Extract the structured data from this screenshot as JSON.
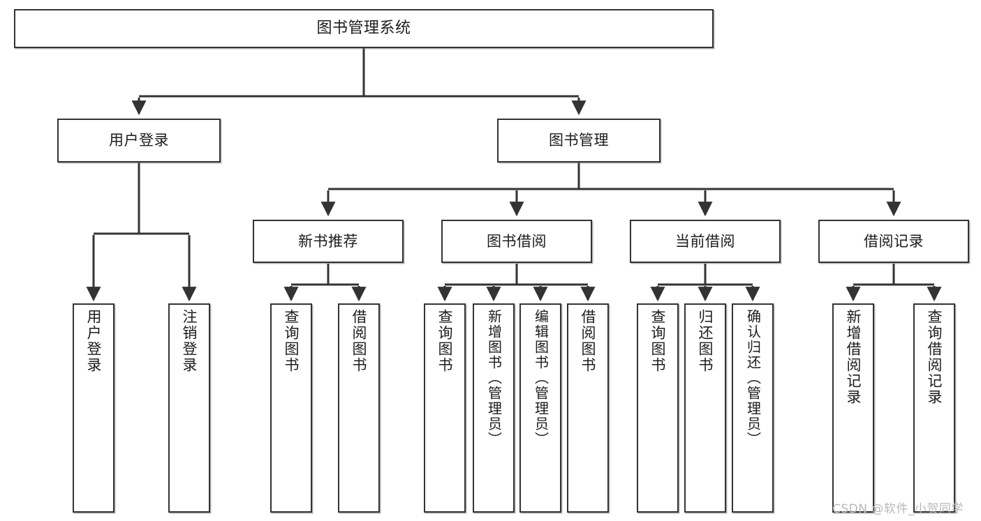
{
  "diagram": {
    "type": "tree-hierarchy-flowchart",
    "title": "图书管理系统",
    "watermark": "CSDN @软件_小贺同学",
    "colors": {
      "box_border": "#333333",
      "box_fill": "#ffffff",
      "connector": "#333333",
      "text": "#1c1c1c",
      "watermark": "#b8b8b8"
    },
    "levels": [
      {
        "level": 1,
        "nodes": [
          {
            "id": "root",
            "label": "图书管理系统"
          }
        ]
      },
      {
        "level": 2,
        "nodes": [
          {
            "id": "login",
            "label": "用户登录",
            "parent": "root"
          },
          {
            "id": "bookmgmt",
            "label": "图书管理",
            "parent": "root"
          }
        ]
      },
      {
        "level": 3,
        "nodes": [
          {
            "id": "newbook",
            "label": "新书推荐",
            "parent": "bookmgmt"
          },
          {
            "id": "borrow",
            "label": "图书借阅",
            "parent": "bookmgmt"
          },
          {
            "id": "current",
            "label": "当前借阅",
            "parent": "bookmgmt"
          },
          {
            "id": "record",
            "label": "借阅记录",
            "parent": "bookmgmt"
          }
        ]
      },
      {
        "level": 4,
        "nodes": [
          {
            "id": "leaf1",
            "label": "用户登录",
            "parent": "login"
          },
          {
            "id": "leaf2",
            "label": "注销登录",
            "parent": "login"
          },
          {
            "id": "leaf3",
            "label": "查询图书",
            "parent": "newbook"
          },
          {
            "id": "leaf4",
            "label": "借阅图书",
            "parent": "newbook"
          },
          {
            "id": "leaf5",
            "label": "查询图书",
            "parent": "borrow"
          },
          {
            "id": "leaf6",
            "label": "新增图书（管理员）",
            "parent": "borrow"
          },
          {
            "id": "leaf7",
            "label": "编辑图书（管理员）",
            "parent": "borrow"
          },
          {
            "id": "leaf8",
            "label": "借阅图书",
            "parent": "borrow"
          },
          {
            "id": "leaf9",
            "label": "查询图书",
            "parent": "current"
          },
          {
            "id": "leaf10",
            "label": "归还图书",
            "parent": "current"
          },
          {
            "id": "leaf11",
            "label": "确认归还（管理员）",
            "parent": "current"
          },
          {
            "id": "leaf12",
            "label": "新增借阅记录",
            "parent": "record"
          },
          {
            "id": "leaf13",
            "label": "查询借阅记录",
            "parent": "record"
          }
        ]
      }
    ]
  }
}
